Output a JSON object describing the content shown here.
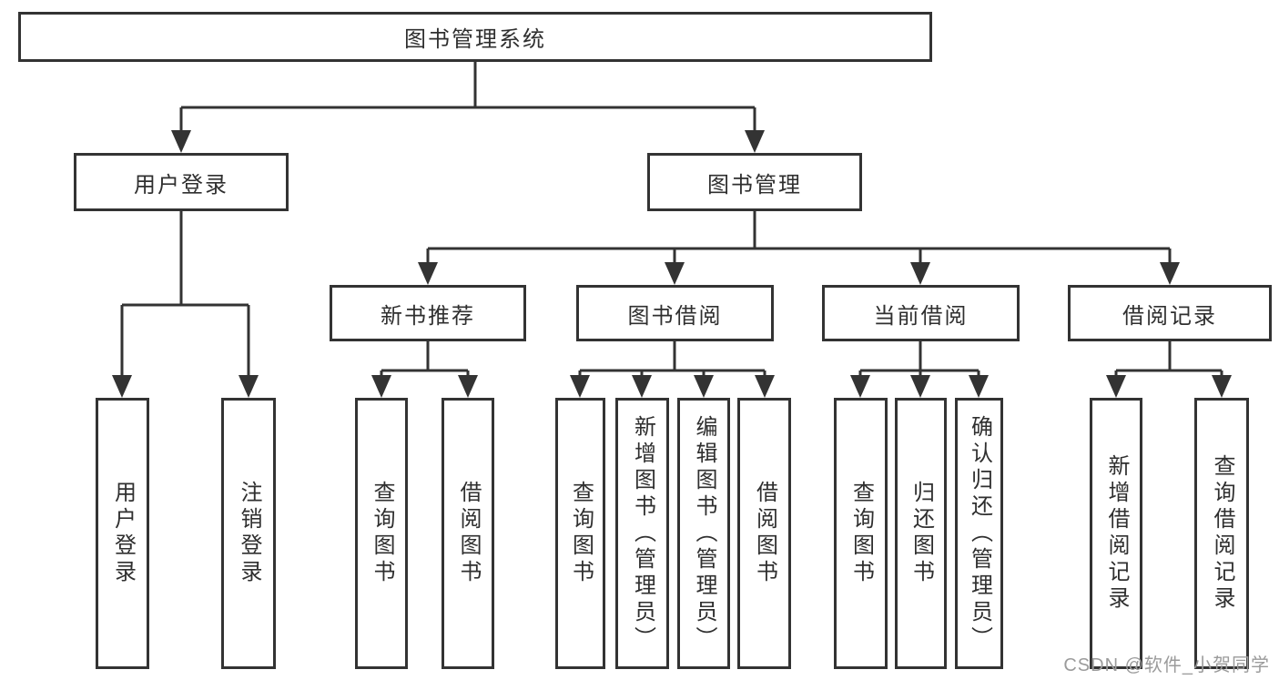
{
  "diagram": {
    "root": "图书管理系统",
    "branches": {
      "user_login": {
        "label": "用户登录",
        "children": [
          "用户登录",
          "注销登录"
        ]
      },
      "book_mgmt": {
        "label": "图书管理"
      }
    },
    "modules": [
      {
        "label": "新书推荐",
        "children": [
          "查询图书",
          "借阅图书"
        ]
      },
      {
        "label": "图书借阅",
        "children": [
          "查询图书",
          "新增图书（管理员）",
          "编辑图书（管理员）",
          "借阅图书"
        ]
      },
      {
        "label": "当前借阅",
        "children": [
          "查询图书",
          "归还图书",
          "确认归还（管理员）"
        ]
      },
      {
        "label": "借阅记录",
        "children": [
          "新增借阅记录",
          "查询借阅记录"
        ]
      }
    ],
    "watermark": "CSDN @软件_小贺同学"
  },
  "colors": {
    "line": "#333333",
    "ink": "#2f2f2f",
    "box_bg": "#ffffff",
    "watermark": "#9b9b9b"
  }
}
